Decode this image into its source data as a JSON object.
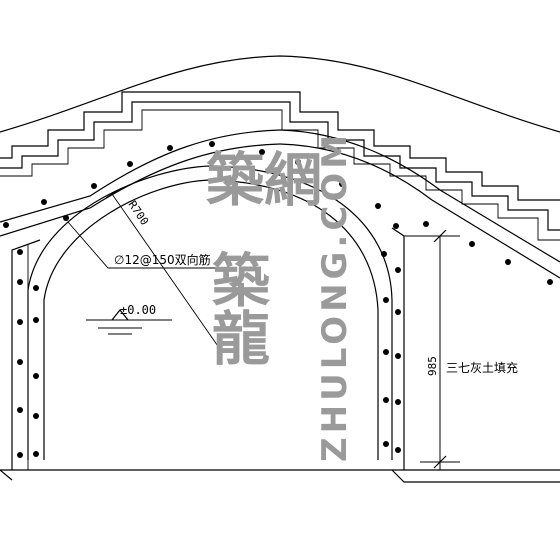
{
  "annotations": {
    "radius": "R700",
    "rebar": "∅12@150双向筋",
    "elevation": "±0.00",
    "dimension": "985",
    "fill_note": "三七灰土填充"
  },
  "watermark": {
    "cjk_upper": "築網",
    "cjk_lower": "築龍",
    "latin": "ZHULONG.COM"
  },
  "colors": {
    "line": "#000000",
    "watermark": "#9a9a9a"
  }
}
